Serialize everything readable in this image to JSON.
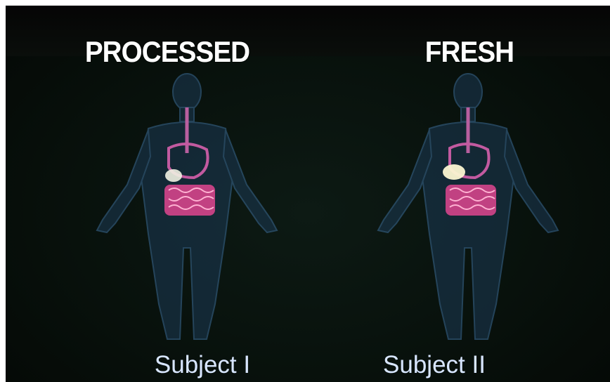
{
  "panels": [
    {
      "heading": "PROCESSED",
      "subject": "Subject I"
    },
    {
      "heading": "FRESH",
      "subject": "Subject II"
    }
  ],
  "colors": {
    "background": "#060d09",
    "body_outline": "#3c6d9a",
    "intestine": "#e0458f",
    "stomach": "#c25aa0",
    "food_processed": "#f1f1e2",
    "food_fresh": "#fbf6d2"
  }
}
